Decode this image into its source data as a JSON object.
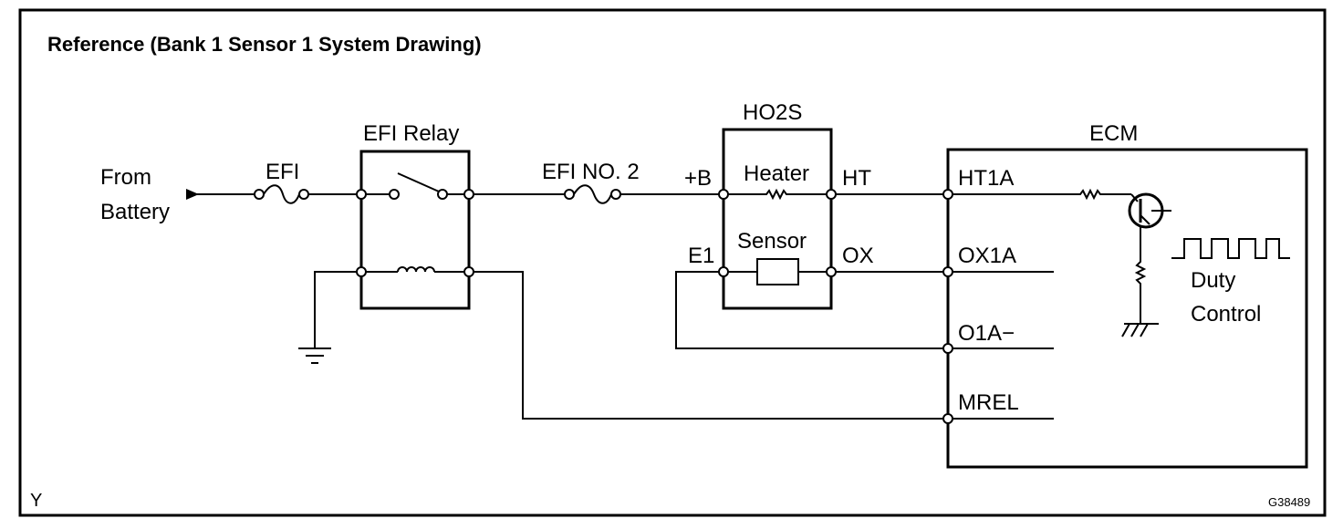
{
  "title": "Reference (Bank 1 Sensor 1 System Drawing)",
  "source": {
    "line1": "From",
    "line2": "Battery"
  },
  "fuses": {
    "efi": "EFI",
    "efi_no2": "EFI NO. 2"
  },
  "relay": {
    "label": "EFI Relay"
  },
  "sensor": {
    "label": "HO2S",
    "heater": "Heater",
    "sensor": "Sensor",
    "plus_b": "+B",
    "e1": "E1",
    "ht": "HT",
    "ox": "OX"
  },
  "ecm": {
    "label": "ECM",
    "pins": {
      "ht1a": "HT1A",
      "ox1a": "OX1A",
      "o1a": "O1A−",
      "mrel": "MREL"
    },
    "duty_line1": "Duty",
    "duty_line2": "Control"
  },
  "footer": {
    "corner": "Y",
    "code": "G38489"
  }
}
